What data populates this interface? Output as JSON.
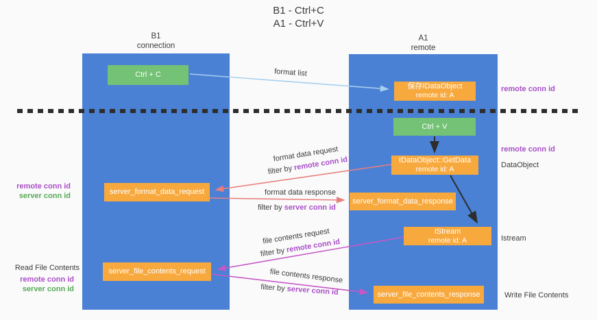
{
  "title": {
    "line1": "B1 - Ctrl+C",
    "line2": "A1 - Ctrl+V"
  },
  "columns": {
    "left": {
      "name": "B1",
      "subtitle": "connection"
    },
    "right": {
      "name": "A1",
      "subtitle": "remote"
    }
  },
  "nodes": {
    "ctrl_c": {
      "label": "Ctrl + C"
    },
    "save_dataobject": {
      "line1": "保存IDataObject",
      "line2": "remote id: A"
    },
    "ctrl_v": {
      "label": "Ctrl + V"
    },
    "getdata": {
      "line1": "IDataObject::GetData",
      "line2": "remote id: A"
    },
    "format_request": {
      "label": "server_format_data_request"
    },
    "format_response": {
      "label": "server_format_data_response"
    },
    "istream": {
      "line1": "IStream",
      "line2": "remote id: A"
    },
    "file_request": {
      "label": "server_file_contents_request"
    },
    "file_response": {
      "label": "server_file_contents_response"
    }
  },
  "edge_labels": {
    "format_list": "format list",
    "format_data_request": "format data request",
    "format_data_response": "format data response",
    "file_contents_request": "file contents request",
    "file_contents_response": "file contents response",
    "filter_by": "filter by ",
    "remote_conn_id": "remote conn id",
    "server_conn_id": "server conn id"
  },
  "side_labels": {
    "format_remote": "remote conn id",
    "format_server": "server conn id",
    "read_file_contents": "Read File Contents",
    "file_remote": "remote conn id",
    "file_server": "server conn id",
    "right_remote_top": "remote conn id",
    "right_remote_mid": "remote conn id",
    "dataobject": "DataObject",
    "istream": "Istream",
    "write_file_contents": "Write File Contents"
  },
  "colors": {
    "lane_blue": "#4a81d4",
    "box_orange": "#f8a93e",
    "box_green": "#74c275",
    "arrow_light_blue": "#a8cfef",
    "arrow_salmon": "#e87f7f",
    "arrow_magenta": "#c657c6",
    "arrow_black": "#2d2d2d",
    "label_purple": "#a94fc8",
    "label_green": "#57aa57",
    "text_dark": "#3b3b3b",
    "background": "#fafafa"
  }
}
